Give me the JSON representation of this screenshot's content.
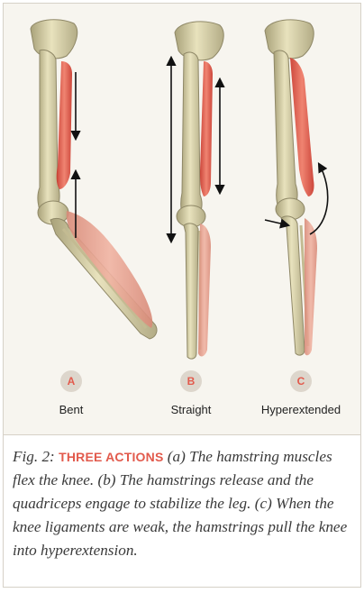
{
  "panels": [
    {
      "badge": "A",
      "label": "Bent"
    },
    {
      "badge": "B",
      "label": "Straight"
    },
    {
      "badge": "C",
      "label": "Hyperextended"
    }
  ],
  "caption": {
    "fig_number": "Fig. 2:",
    "title": "THREE ACTIONS",
    "text_a": "(a) The hamstring muscles flex the knee.",
    "text_b": "(b) The hamstrings release and the quadriceps engage to stabilize the leg.",
    "text_c": "(c) When the knee ligaments are weak, the hamstrings pull the knee into hyperextension."
  },
  "colors": {
    "bone": "#d9d2a6",
    "muscle": "#e0584a",
    "badge_letter": "#e25a4c",
    "badge_bg": "#ddd6cc",
    "caption_title": "#e25a4c"
  }
}
